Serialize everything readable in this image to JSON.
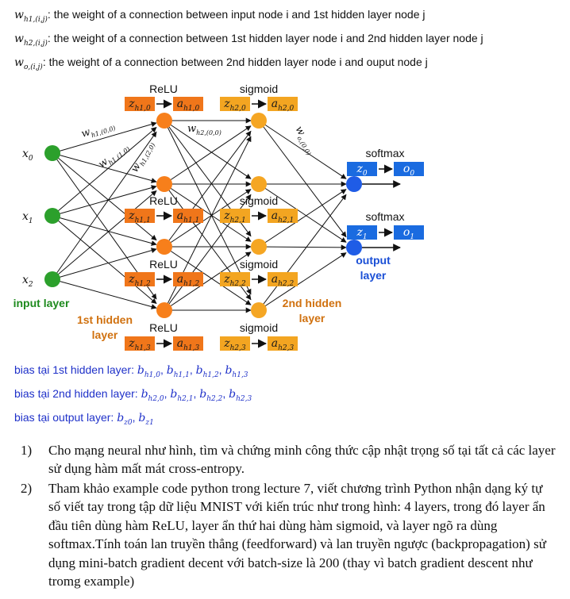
{
  "definitions": [
    {
      "symbol": "w",
      "sub": "h1,(i,j)",
      "text": ": the weight of a connection between input node i and 1st hidden layer node j"
    },
    {
      "symbol": "w",
      "sub": "h2,(i,j)",
      "text": ": the weight of a connection between 1st hidden layer node i and 2nd hidden layer node j"
    },
    {
      "symbol": "w",
      "sub": "o,(i,j)",
      "text": ": the weight of a connection between  2nd hidden layer node i and ouput node j"
    }
  ],
  "diagram": {
    "inputs": [
      {
        "sym": "x",
        "sub": "0"
      },
      {
        "sym": "x",
        "sub": "1"
      },
      {
        "sym": "x",
        "sub": "2"
      }
    ],
    "h1_z": [
      "z",
      "z",
      "z",
      "z"
    ],
    "h1_z_sub": [
      "h1,0",
      "h1,1",
      "h1,2",
      "h1,3"
    ],
    "h1_a": [
      "a",
      "a",
      "a",
      "a"
    ],
    "h1_a_sub": [
      "h1,0",
      "h1,1",
      "h1,2",
      "h1,3"
    ],
    "h2_z": [
      "z",
      "z",
      "z",
      "z"
    ],
    "h2_z_sub": [
      "h2,0",
      "h2,1",
      "h2,2",
      "h2,3"
    ],
    "h2_a": [
      "a",
      "a",
      "a",
      "a"
    ],
    "h2_a_sub": [
      "h2,0",
      "h2,1",
      "h2,2",
      "h2,3"
    ],
    "h1_activation": "ReLU",
    "h2_activation": "sigmoid",
    "out_activation": "softmax",
    "out_z": [
      "z",
      "z"
    ],
    "out_z_sub": [
      "0",
      "1"
    ],
    "out_o": [
      "o",
      "o"
    ],
    "out_o_sub": [
      "0",
      "1"
    ],
    "weight_labels": [
      {
        "sym": "w",
        "sub": "h1,(0,0)"
      },
      {
        "sym": "w",
        "sub": "h1,(1,0)"
      },
      {
        "sym": "w",
        "sub": "h1,(2,0)"
      },
      {
        "sym": "w",
        "sub": "h2,(0,0)"
      },
      {
        "sym": "w",
        "sub": "o,(0,0)"
      }
    ],
    "layer_labels": {
      "input": "input layer",
      "hidden1_a": "1st hidden",
      "hidden1_b": "layer",
      "hidden2_a": "2nd hidden",
      "hidden2_b": "layer",
      "output_a": "output",
      "output_b": "layer"
    },
    "colors": {
      "input_node": "#2ca02c",
      "h1_node": "#f77f1b",
      "h2_node": "#f5a623",
      "out_node": "#1f5ce6",
      "h1_box": "#f0761a",
      "h2_box": "#f3a521",
      "out_box": "#1a6be0",
      "input_label": "#1d8a1d",
      "hidden_label": "#d0710f",
      "output_label": "#1a4fd6"
    }
  },
  "bias": [
    {
      "prefix": "bias tại 1st hidden layer: ",
      "terms": [
        {
          "sym": "b",
          "sub": "h1,0"
        },
        {
          "sym": "b",
          "sub": "h1,1"
        },
        {
          "sym": "b",
          "sub": "h1,2"
        },
        {
          "sym": "b",
          "sub": "h1,3"
        }
      ]
    },
    {
      "prefix": "bias tại 2nd hidden layer: ",
      "terms": [
        {
          "sym": "b",
          "sub": "h2,0"
        },
        {
          "sym": "b",
          "sub": "h2,1"
        },
        {
          "sym": "b",
          "sub": "h2,2"
        },
        {
          "sym": "b",
          "sub": "h2,3"
        }
      ]
    },
    {
      "prefix": "bias tại output layer: ",
      "terms": [
        {
          "sym": "b",
          "sub": "z0"
        },
        {
          "sym": "b",
          "sub": "z1"
        }
      ]
    }
  ],
  "questions": [
    {
      "number": "1)",
      "text": "Cho mạng neural như hình, tìm và chứng minh công thức cập nhật trọng số tại tất cả các layer sử dụng hàm mất mát cross-entropy."
    },
    {
      "number": "2)",
      "text": "Tham khảo example code python trong lecture 7, viết chương trình Python nhận dạng ký tự số viết tay trong tập dữ liệu MNIST với kiến trúc như trong hình: 4 layers, trong đó layer ẩn đầu tiên dùng hàm ReLU, layer ẩn thứ hai dùng hàm sigmoid, và layer ngõ ra dùng softmax.Tính toán lan truyền thẳng (feedforward) và lan truyền ngược (backpropagation) sử dụng mini-batch gradient decent với batch-size là 200 (thay vì batch gradient descent như tromg example)"
    }
  ]
}
